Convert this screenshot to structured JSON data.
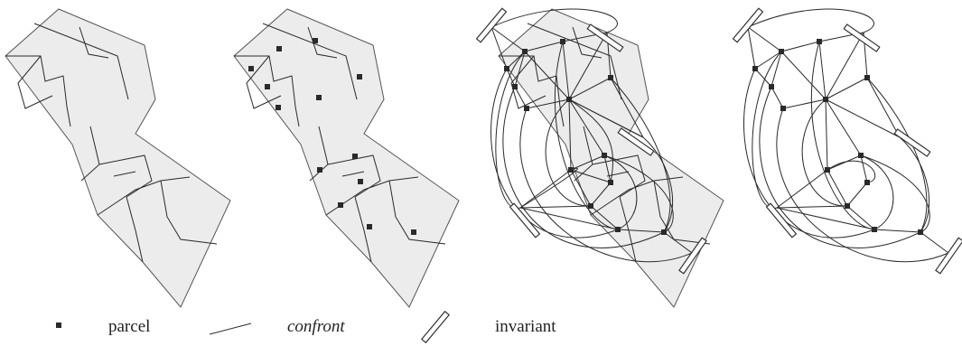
{
  "legend": {
    "parcel_label": "parcel",
    "confront_label": "confront",
    "invariant_label": "invariant"
  },
  "colors": {
    "parcel_fill": "#ececec",
    "parcel_stroke": "#555555",
    "graph": "#2a2a2a",
    "invariant_fill": "#ffffff"
  },
  "panels": [
    "parcels",
    "parcels-with-centroids",
    "graph-overlaid-on-parcels",
    "graph-only"
  ]
}
